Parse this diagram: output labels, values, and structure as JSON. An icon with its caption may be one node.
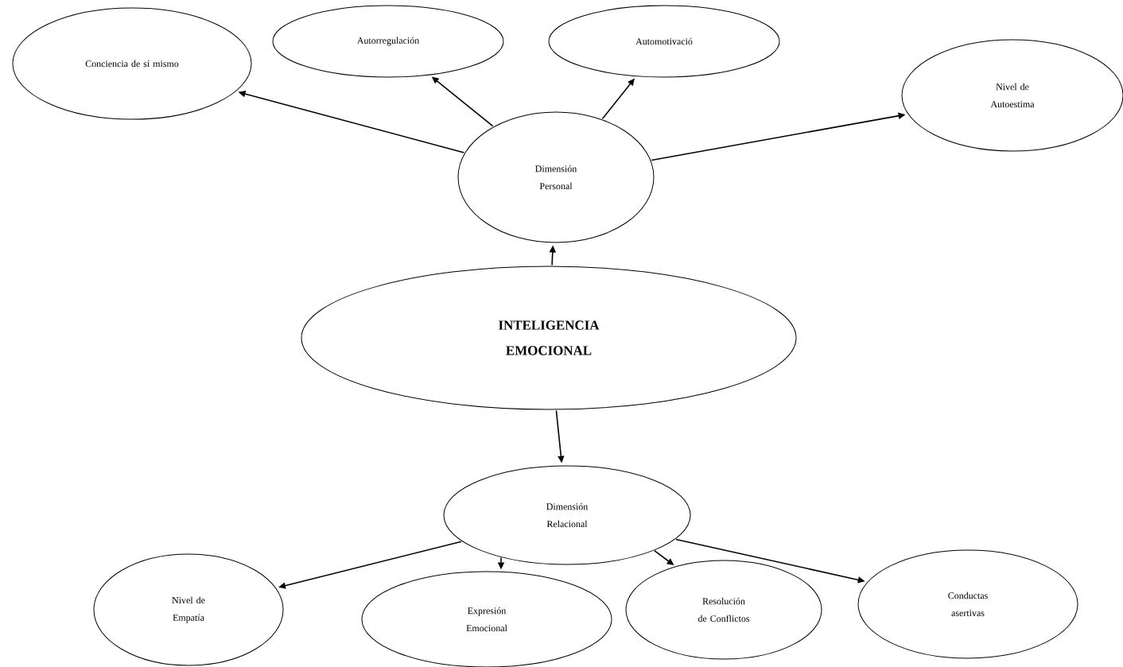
{
  "diagram": {
    "nodes": [
      {
        "text": [
          "Conciencia de sí mismo"
        ]
      },
      {
        "text": [
          "Autorregulación"
        ]
      },
      {
        "text": [
          "Automotivació"
        ]
      },
      {
        "text": [
          "Nivel de Autoestima"
        ]
      },
      {
        "text": [
          "Dimensión Personal"
        ]
      },
      {
        "text": [
          "INTELIGENCIA EMOCIONAL"
        ]
      },
      {
        "text": [
          "Dimensión Relacional"
        ]
      },
      {
        "text": [
          "Nivel de Empatía"
        ]
      },
      {
        "text": [
          "Expresión Emocional"
        ]
      },
      {
        "text": [
          "Resolución de Conflictos"
        ]
      },
      {
        "text": [
          "Conductas asertivas"
        ]
      }
    ],
    "edges": [
      {
        "from": 5,
        "to": 4,
        "arrow": "to"
      },
      {
        "from": 4,
        "to": 0,
        "arrow": "to"
      },
      {
        "from": 4,
        "to": 1,
        "arrow": "to"
      },
      {
        "from": 4,
        "to": 2,
        "arrow": "to"
      },
      {
        "from": 4,
        "to": 3,
        "arrow": "to"
      },
      {
        "from": 5,
        "to": 6,
        "arrow": "to"
      },
      {
        "from": 6,
        "to": 7,
        "arrow": "to"
      },
      {
        "from": 6,
        "to": 8,
        "arrow": "to"
      },
      {
        "from": 6,
        "to": 9,
        "arrow": "to"
      },
      {
        "from": 6,
        "to": 10,
        "arrow": "to"
      }
    ]
  }
}
